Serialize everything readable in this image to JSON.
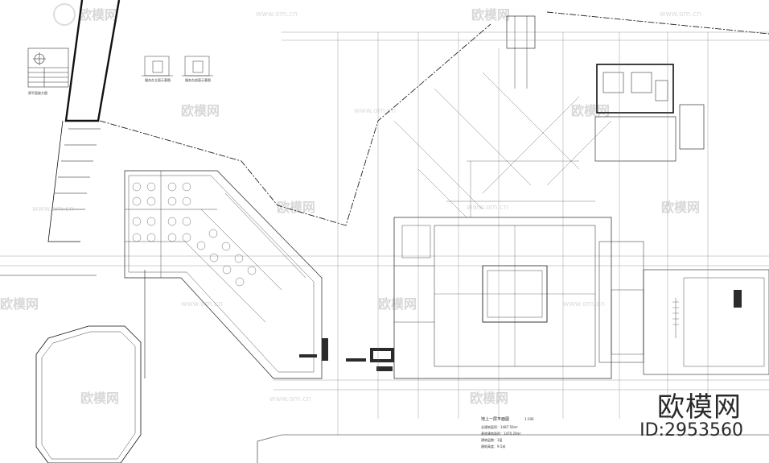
{
  "watermark": {
    "brand": "欧模网",
    "url": "www.om.cn",
    "id_text": "ID:2953560"
  },
  "labels": {
    "detail_a": "服务台立面示意图",
    "detail_b": "服务台剖面示意图",
    "section_small": "原平面放大图",
    "plan_title": "地上一层平面图",
    "plan_scale": "1:100",
    "area_1": "总建筑面积：1487.50m²",
    "area_2": "基底建筑面积：1470.20m²",
    "area_3": "建筑层数：1层",
    "area_4": "建筑高度：9.5米"
  },
  "colors": {
    "line": "#1e1e1e",
    "thin": "#6a6a6a",
    "fill_dark": "#2b2b2b",
    "watermark": "#d6d6d6"
  }
}
